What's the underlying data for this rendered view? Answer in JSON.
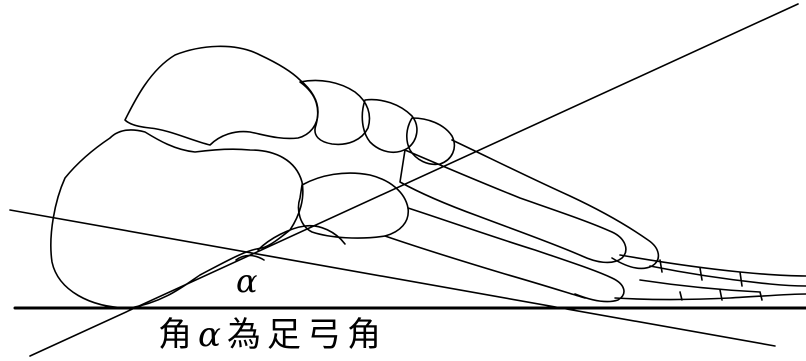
{
  "diagram": {
    "angle_symbol": "α",
    "caption": {
      "prefix": "角",
      "symbol": "α",
      "suffix": "為足弓角"
    }
  }
}
